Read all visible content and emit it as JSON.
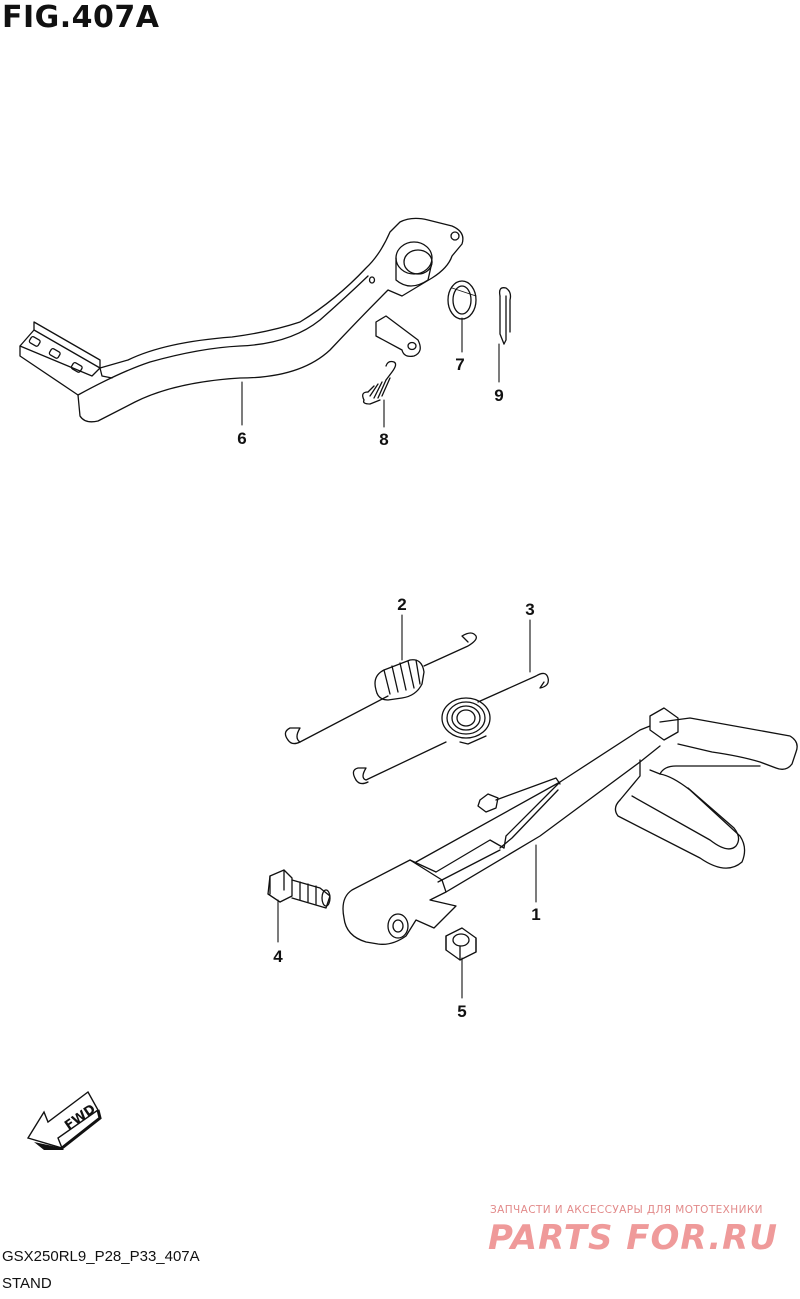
{
  "figure": {
    "title": "FIG.407A",
    "model_code": "GSX250RL9_P28_P33_407A",
    "section_name": "STAND"
  },
  "callouts": [
    {
      "id": "1",
      "label": "1"
    },
    {
      "id": "2",
      "label": "2"
    },
    {
      "id": "3",
      "label": "3"
    },
    {
      "id": "4",
      "label": "4"
    },
    {
      "id": "5",
      "label": "5"
    },
    {
      "id": "6",
      "label": "6"
    },
    {
      "id": "7",
      "label": "7"
    },
    {
      "id": "8",
      "label": "8"
    },
    {
      "id": "9",
      "label": "9"
    }
  ],
  "fwd_arrow": {
    "label": "FWD",
    "icon": "fwd-arrow-icon"
  },
  "watermark": {
    "tagline": "ЗАПЧАСТИ И АКСЕССУАРЫ ДЛЯ МОТОТЕХНИКИ",
    "logo": "PARTS FOR.RU"
  },
  "colors": {
    "line": "#111111",
    "watermark": "#ef9a9a"
  }
}
